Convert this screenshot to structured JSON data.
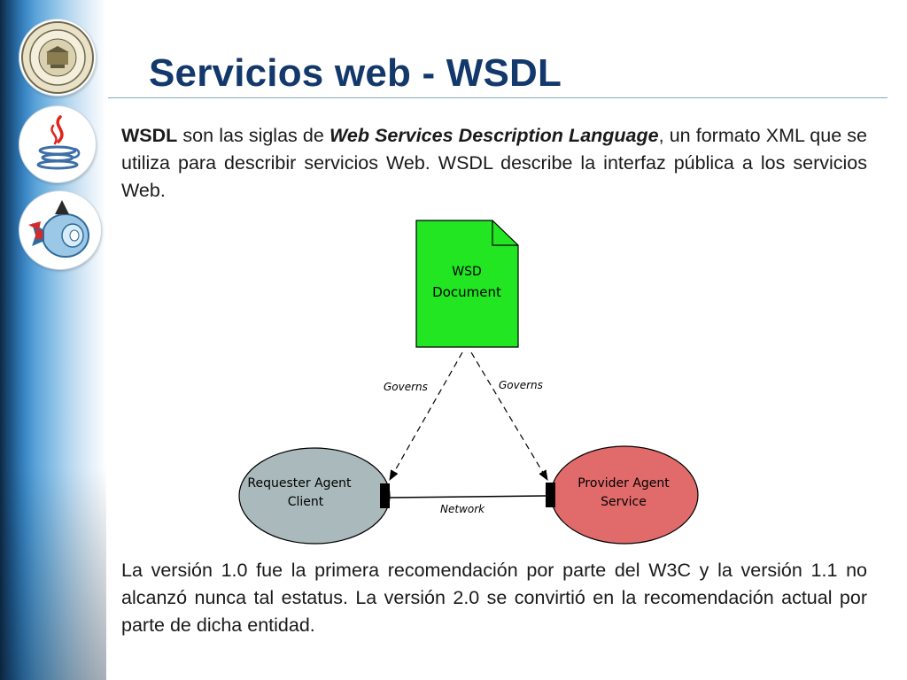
{
  "slide": {
    "title": "Servicios web - WSDL"
  },
  "intro": {
    "term": "WSDL",
    "text1": " son las siglas de ",
    "expansion": "Web Services Description Language",
    "text2": ", un formato XML que se utiliza para describir servicios Web. WSDL describe la interfaz pública a los servicios Web."
  },
  "diagram": {
    "document_line1": "WSD",
    "document_line2": "Document",
    "governs_left": "Governs",
    "governs_right": "Governs",
    "requester_line1": "Requester Agent",
    "requester_line2": "Client",
    "provider_line1": "Provider Agent",
    "provider_line2": "Service",
    "network": "Network",
    "colors": {
      "document": "#22e622",
      "requester": "#a9b9bc",
      "provider": "#e16b6b"
    }
  },
  "outro": {
    "text": "La versión 1.0 fue la primera recomendación por parte del W3C y la versión 1.1 no alcanzó nunca tal estatus. La versión 2.0 se convirtió en la recomendación actual por parte de dicha entidad."
  },
  "logos": [
    "university-seal-icon",
    "java-logo-icon",
    "glassfish-logo-icon"
  ]
}
